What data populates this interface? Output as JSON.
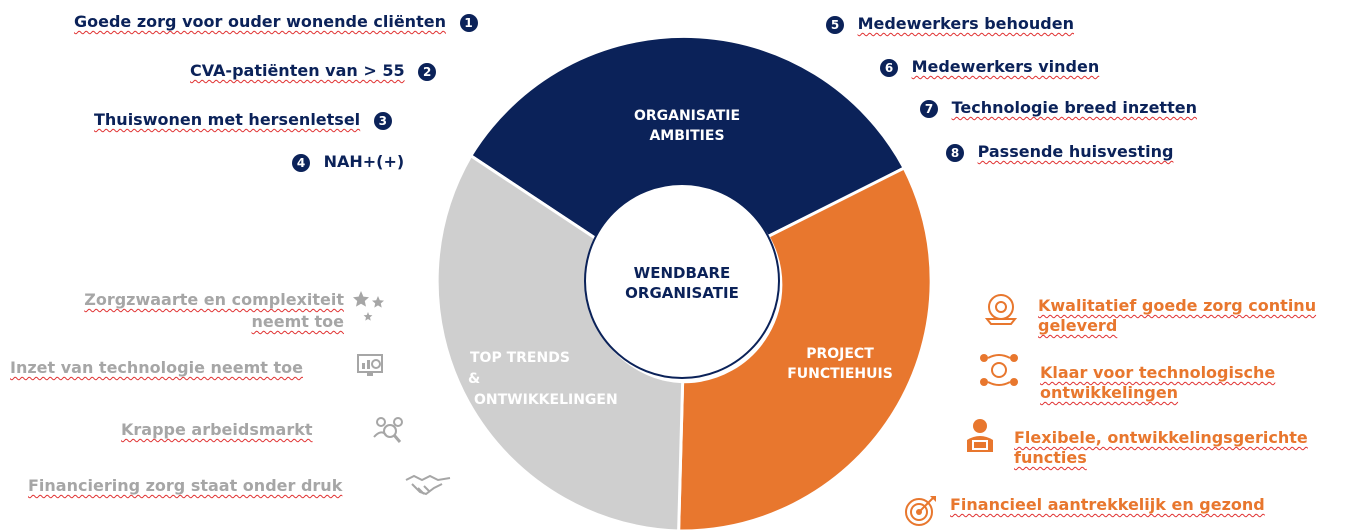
{
  "colors": {
    "navy": "#0b2259",
    "orange": "#e8772e",
    "grey": "#cfcfcf",
    "text_grey": "#a6a6a6"
  },
  "center": {
    "line1": "WENDBARE",
    "line2": "ORGANISATIE"
  },
  "segments": {
    "ambities": {
      "line1": "ORGANISATIE",
      "line2": "AMBITIES"
    },
    "functiehuis": {
      "line1": "PROJECT",
      "line2": "FUNCTIEHUIS"
    },
    "trends": {
      "line1": "TOP TRENDS",
      "line2": "&",
      "line3": "ONTWIKKELINGEN"
    }
  },
  "left_ambitions": [
    {
      "num": "1",
      "text": "Goede zorg voor ouder wonende cliënten"
    },
    {
      "num": "2",
      "text": "CVA-patiënten van > 55"
    },
    {
      "num": "3",
      "text": "Thuiswonen met hersenletsel"
    },
    {
      "num": "4",
      "text": "NAH+(+)"
    }
  ],
  "right_ambitions": [
    {
      "num": "5",
      "text": "Medewerkers behouden"
    },
    {
      "num": "6",
      "text": "Medewerkers vinden"
    },
    {
      "num": "7",
      "text": "Technologie breed inzetten"
    },
    {
      "num": "8",
      "text": "Passende huisvesting"
    }
  ],
  "trends": [
    {
      "line1": "Zorgzwaarte en complexiteit",
      "line2": "neemt toe",
      "icon": "stars-icon"
    },
    {
      "line1": "Inzet van technologie neemt toe",
      "icon": "monitor-chart-icon"
    },
    {
      "line1": "Krappe arbeidsmarkt",
      "icon": "people-search-icon"
    },
    {
      "line1": "Financiering zorg staat onder druk",
      "icon": "handshake-icon"
    }
  ],
  "functiehuis_items": [
    {
      "line1": "Kwalitatief goede zorg continu",
      "line2": "geleverd",
      "icon": "cycle-icon"
    },
    {
      "line1": "Klaar voor technologische",
      "line2": "ontwikkelingen",
      "icon": "network-icon"
    },
    {
      "line1": "Flexibele, ontwikkelingsgerichte",
      "line2": "functies",
      "icon": "worker-laptop-icon"
    },
    {
      "line1": "Financieel aantrekkelijk en gezond",
      "icon": "target-icon"
    }
  ]
}
